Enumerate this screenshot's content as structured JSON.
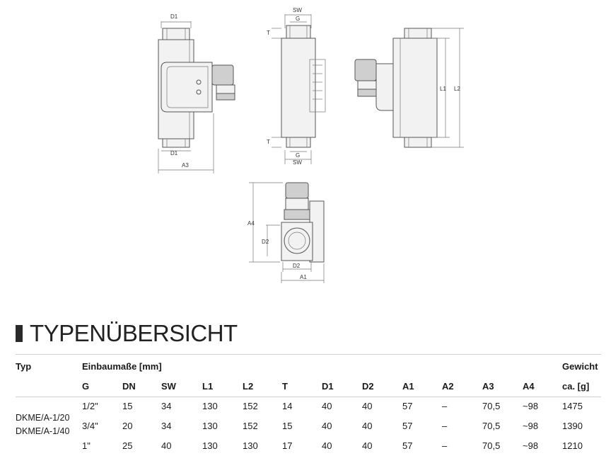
{
  "drawing_labels": {
    "d1": "D1",
    "sw": "SW",
    "g": "G",
    "t": "T",
    "l1": "L1",
    "l2": "L2",
    "a3": "A3",
    "a4": "A4",
    "d2": "D2",
    "a1": "A1"
  },
  "section": {
    "title": "TYPENÜBERSICHT"
  },
  "table": {
    "col_typ": "Typ",
    "col_einbau": "Einbaumaße [mm]",
    "col_gewicht": "Gewicht",
    "sub_headers": [
      "G",
      "DN",
      "SW",
      "L1",
      "L2",
      "T",
      "D1",
      "D2",
      "A1",
      "A2",
      "A3",
      "A4",
      "ca. [g]"
    ],
    "type_names": [
      "DKME/A-1/20",
      "DKME/A-1/40"
    ],
    "rows": [
      [
        "1/2\"",
        "15",
        "34",
        "130",
        "152",
        "14",
        "40",
        "40",
        "57",
        "–",
        "70,5",
        "~98",
        "1475"
      ],
      [
        "3/4\"",
        "20",
        "34",
        "130",
        "152",
        "15",
        "40",
        "40",
        "57",
        "–",
        "70,5",
        "~98",
        "1390"
      ],
      [
        "1\"",
        "25",
        "40",
        "130",
        "130",
        "17",
        "40",
        "40",
        "57",
        "–",
        "70,5",
        "~98",
        "1210"
      ]
    ]
  }
}
